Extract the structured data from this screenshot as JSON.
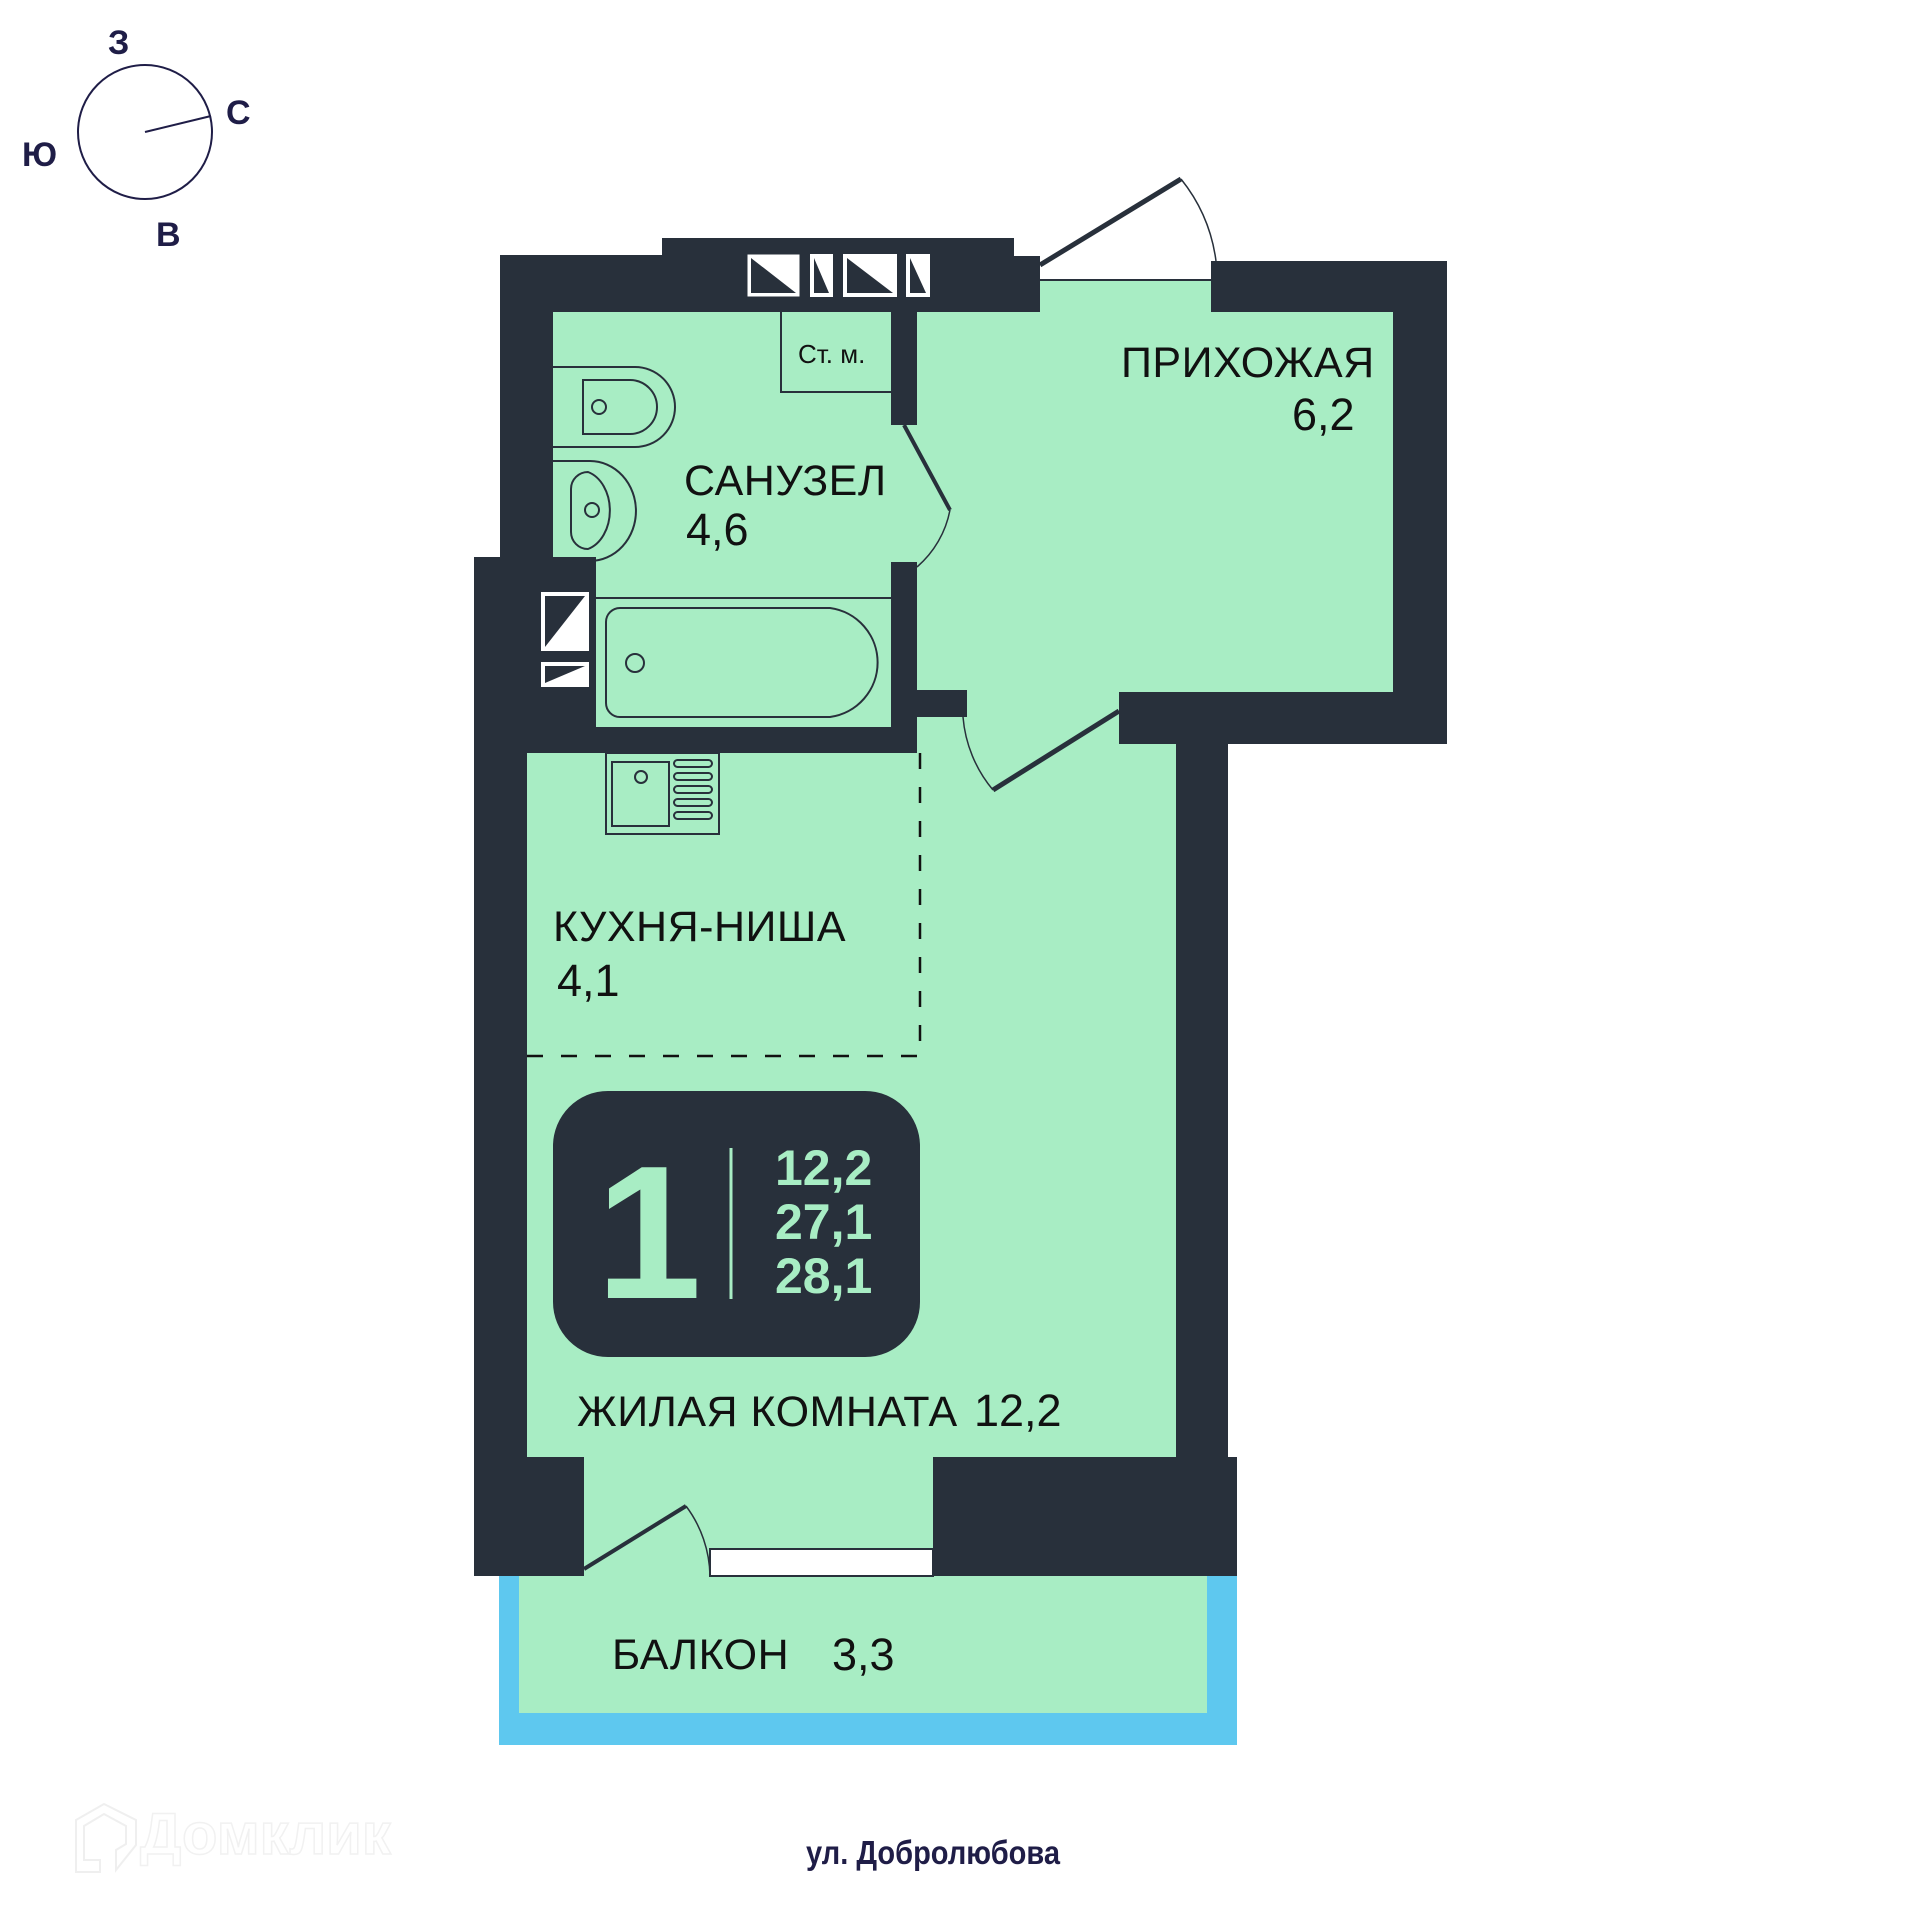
{
  "compass": {
    "north": "С",
    "south": "Ю",
    "west": "З",
    "east": "В"
  },
  "rooms": {
    "bathroom": {
      "name": "САНУЗЕЛ",
      "area": "4,6"
    },
    "storage": {
      "name": "Ст. м."
    },
    "hallway": {
      "name": "ПРИХОЖАЯ",
      "area": "6,2"
    },
    "kitchen": {
      "name": "КУХНЯ-НИША",
      "area": "4,1"
    },
    "living": {
      "name": "ЖИЛАЯ КОМНАТА",
      "area": "12,2"
    },
    "balcony": {
      "name": "БАЛКОН",
      "area": "3,3"
    }
  },
  "summary_card": {
    "rooms_count": "1",
    "living_area": "12,2",
    "total_area": "27,1",
    "total_with_balcony": "28,1"
  },
  "street": "ул. Добролюбова",
  "watermark": "Домклик",
  "colors": {
    "wall": "#28303b",
    "floor": "#a8edc4",
    "balcony_frame": "#5ec8ef",
    "text_dark": "#1f1d47",
    "card_text": "#a8edc4"
  }
}
